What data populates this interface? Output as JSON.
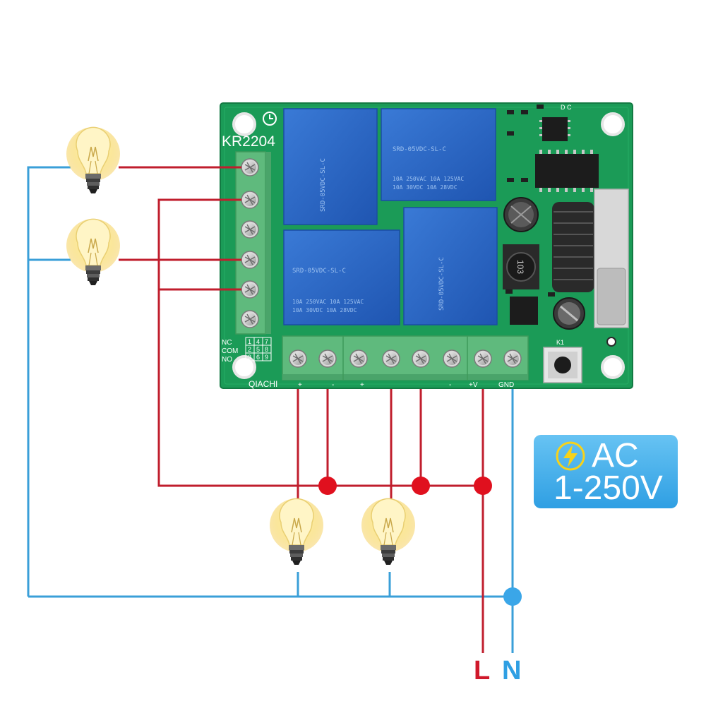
{
  "board": {
    "model": "KR2204",
    "brand": "QIACHI",
    "button_label": "K1",
    "inductor_code": "103",
    "chip_letters": "D C",
    "row_labels": [
      "NC",
      "COM",
      "NO"
    ],
    "row_numbers": [
      [
        "1",
        "4",
        "7"
      ],
      [
        "2",
        "5",
        "8"
      ],
      [
        "3",
        "6",
        "9"
      ]
    ],
    "bottom_labels": [
      "+",
      "-",
      "+",
      "-",
      "+V",
      "GND"
    ],
    "relay_texts": [
      "SRD-05VDC-SL-C",
      "10A 250VAC  10A 125VAC",
      "10A 30VDC  10A 28VDC"
    ]
  },
  "badge": {
    "line1": "AC",
    "line2": "1-250V",
    "icon": "lightning-bolt-icon"
  },
  "terminals": {
    "live": "L",
    "neutral": "N"
  },
  "colors": {
    "live_wire": "#c01e2d",
    "neutral_wire": "#3a9fd8",
    "junction": "#e0101e",
    "pcb": "#1b9b57",
    "relay": "#2a66c4",
    "terminal_block": "#5fba7d",
    "badge": "#3aa6e8"
  }
}
